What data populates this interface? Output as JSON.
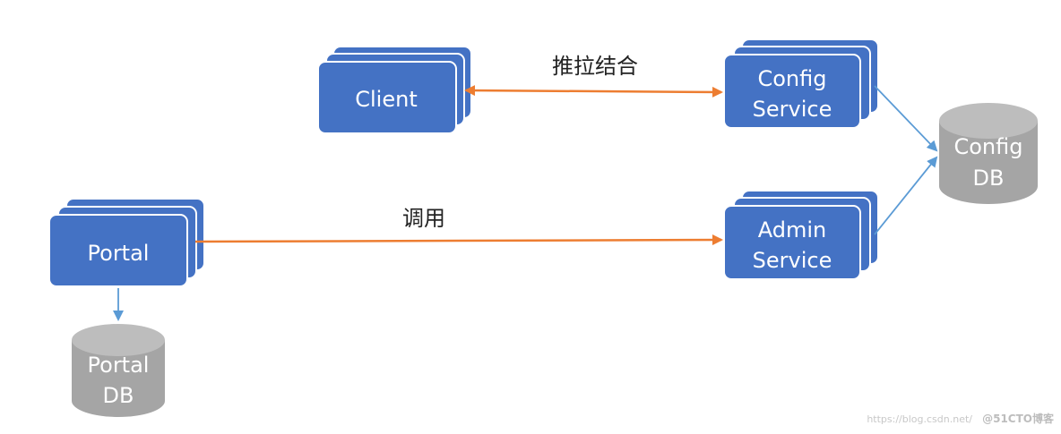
{
  "colors": {
    "node_fill": "#4472C4",
    "node_stroke": "#FFFFFF",
    "db_fill": "#A5A5A5",
    "db_top": "#BDBDBD",
    "orange_arrow": "#ED7D31",
    "blue_arrow": "#5B9BD5"
  },
  "nodes": {
    "client": {
      "label": "Client"
    },
    "config_service": {
      "line1": "Config",
      "line2": "Service"
    },
    "portal": {
      "label": "Portal"
    },
    "admin_service": {
      "line1": "Admin",
      "line2": "Service"
    },
    "config_db": {
      "line1": "Config",
      "line2": "DB"
    },
    "portal_db": {
      "line1": "Portal",
      "line2": "DB"
    }
  },
  "edges": {
    "client_config": {
      "label": "推拉结合"
    },
    "portal_admin": {
      "label": "调用"
    }
  },
  "watermark": {
    "url": "https://blog.csdn.net/",
    "brand": "@51CTO博客"
  }
}
